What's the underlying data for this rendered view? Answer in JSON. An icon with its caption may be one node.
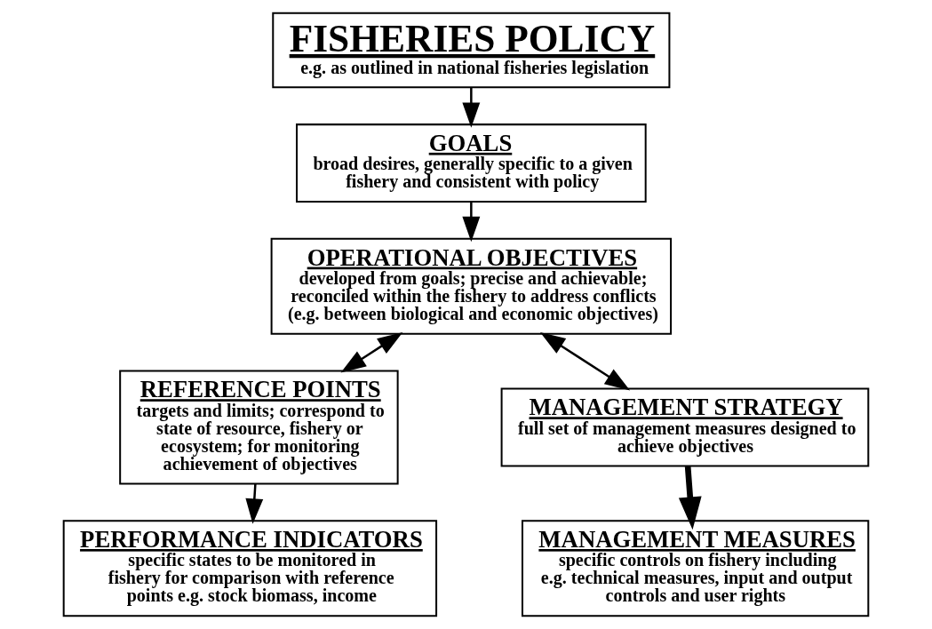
{
  "diagram": {
    "nodes": [
      {
        "text": [
          "FISHERIES POLICY",
          "e.g. as outlined in national fisheries legislation"
        ]
      },
      {
        "text": [
          "GOALS",
          "broad desires, generally specific to a given fishery and consistent with policy"
        ]
      },
      {
        "text": [
          "OPERATIONAL OBJECTIVES",
          "developed from goals; precise and achievable; reconciled within the fishery to address conflicts (e.g. between biological and economic objectives)"
        ]
      },
      {
        "text": [
          "REFERENCE POINTS",
          "targets and limits; correspond to state of resource, fishery or ecosystem; for monitoring achievement of objectives"
        ]
      },
      {
        "text": [
          "MANAGEMENT STRATEGY",
          "full set of management measures designed to achieve objectives"
        ]
      },
      {
        "text": [
          "PERFORMANCE INDICATORS",
          "specific states to be monitored in fishery for comparison with reference points e.g. stock biomass, income"
        ]
      },
      {
        "text": [
          "MANAGEMENT MEASURES",
          "specific controls on fishery including e.g. technical measures, input and output controls and user rights"
        ]
      }
    ],
    "edges": [
      {
        "from": 0,
        "to": 1,
        "arrow": "to"
      },
      {
        "from": 1,
        "to": 2,
        "arrow": "to"
      },
      {
        "from": 2,
        "to": 3,
        "arrow": "both"
      },
      {
        "from": 2,
        "to": 4,
        "arrow": "both"
      },
      {
        "from": 3,
        "to": 5,
        "arrow": "to"
      },
      {
        "from": 4,
        "to": 6,
        "arrow": "to",
        "style": "thick"
      }
    ]
  }
}
